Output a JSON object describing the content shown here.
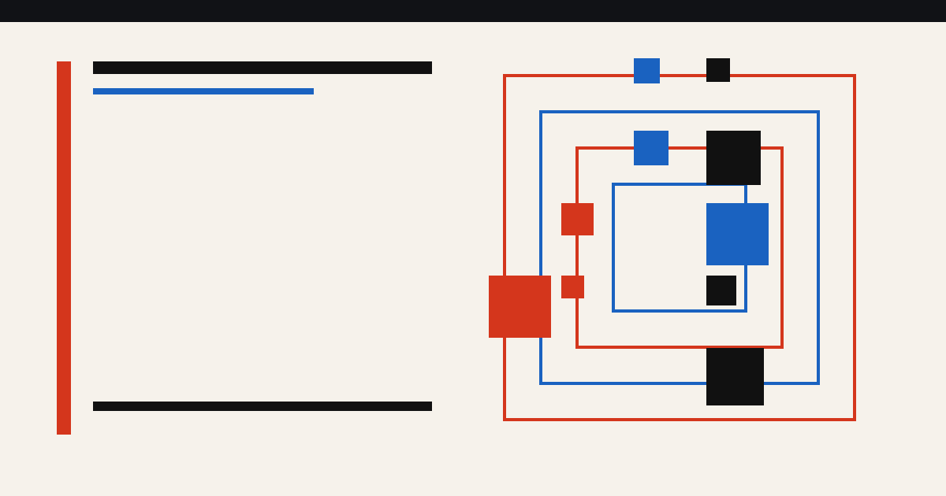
{
  "colors": {
    "background": "#f6f2eb",
    "top_bar": "#111216",
    "red": "#d4361c",
    "blue": "#1a62c0",
    "black": "#111111"
  },
  "artwork": {
    "description_free": true,
    "frames": [
      {
        "name": "outer-red-frame",
        "color": "red"
      },
      {
        "name": "second-blue-frame",
        "color": "blue"
      },
      {
        "name": "third-red-frame",
        "color": "red"
      },
      {
        "name": "inner-blue-frame",
        "color": "blue"
      }
    ],
    "blocks": [
      {
        "name": "blue-block-top",
        "color": "blue"
      },
      {
        "name": "black-block-top",
        "color": "black"
      },
      {
        "name": "blue-block-upper",
        "color": "blue"
      },
      {
        "name": "black-block-upper",
        "color": "black"
      },
      {
        "name": "red-block-middle-small",
        "color": "red"
      },
      {
        "name": "blue-block-large",
        "color": "blue"
      },
      {
        "name": "red-block-lower-small",
        "color": "red"
      },
      {
        "name": "black-block-lower-small",
        "color": "black"
      },
      {
        "name": "red-block-large",
        "color": "red"
      },
      {
        "name": "black-block-bottom",
        "color": "black"
      }
    ]
  }
}
